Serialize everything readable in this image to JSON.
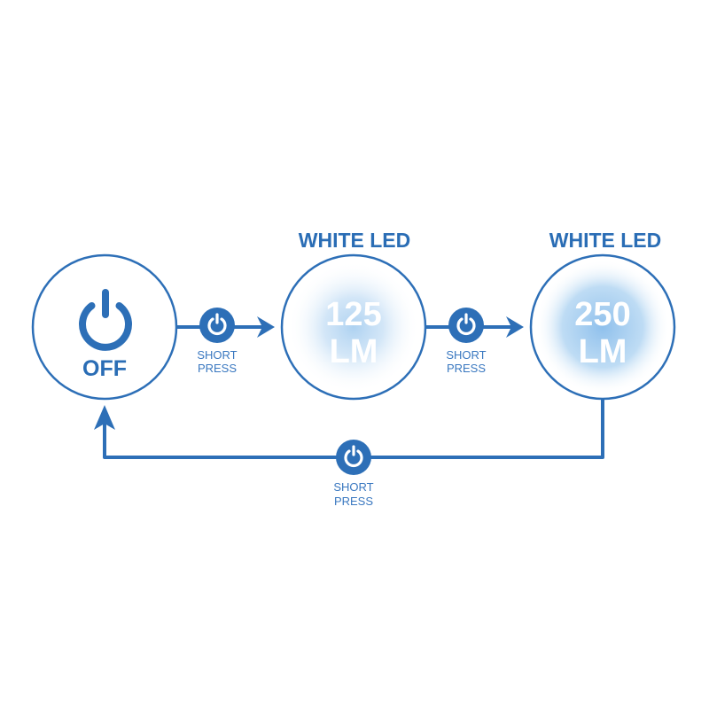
{
  "colors": {
    "primary": "#2d6fb7",
    "glow": "#9cc6ec",
    "background": "#ffffff",
    "text_on_glow": "#ffffff"
  },
  "states": [
    {
      "id": "off",
      "icon": "power-icon",
      "label": "OFF",
      "title": ""
    },
    {
      "id": "low",
      "title": "WHITE LED",
      "value_line1": "125",
      "value_line2": "LM"
    },
    {
      "id": "high",
      "title": "WHITE LED",
      "value_line1": "250",
      "value_line2": "LM"
    }
  ],
  "transitions": [
    {
      "from": "off",
      "to": "low",
      "icon": "power-icon",
      "label_line1": "SHORT",
      "label_line2": "PRESS"
    },
    {
      "from": "low",
      "to": "high",
      "icon": "power-icon",
      "label_line1": "SHORT",
      "label_line2": "PRESS"
    },
    {
      "from": "high",
      "to": "off",
      "icon": "power-icon",
      "label_line1": "SHORT",
      "label_line2": "PRESS"
    }
  ]
}
